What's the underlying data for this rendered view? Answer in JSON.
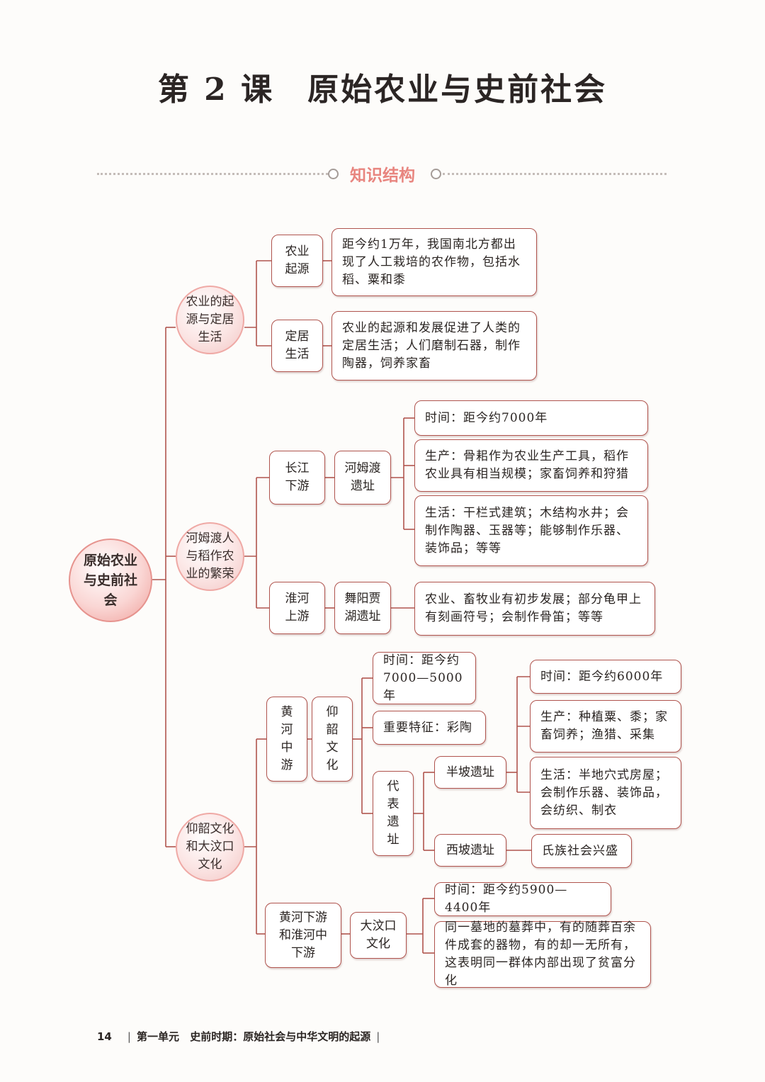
{
  "page_title": "第 2 课　原始农业与史前社会",
  "section_heading": "知识结构",
  "root": "原始农业与史前社会",
  "branches": {
    "b1": {
      "label": "农业的起源与定居生活",
      "origin": {
        "label": "农业起源",
        "text": "距今约1万年，我国南北方都出现了人工栽培的农作物，包括水稻、粟和黍"
      },
      "settle": {
        "label": "定居生活",
        "text": "农业的起源和发展促进了人类的定居生活；人们磨制石器，制作陶器，饲养家畜"
      }
    },
    "b2": {
      "label": "河姆渡人与稻作农业的繁荣",
      "yangtze": {
        "region": "长江下游",
        "site": "河姆渡遗址",
        "time": "时间：距今约7000年",
        "production": "生产：骨耜作为农业生产工具，稻作农业具有相当规模；家畜饲养和狩猎",
        "life": "生活：干栏式建筑；木结构水井；会制作陶器、玉器等；能够制作乐器、装饰品；等等"
      },
      "huai": {
        "region": "淮河上游",
        "site": "舞阳贾湖遗址",
        "text": "农业、畜牧业有初步发展；部分龟甲上有刻画符号；会制作骨笛；等等"
      }
    },
    "b3": {
      "label": "仰韶文化和大汶口文化",
      "middle": {
        "region": "黄河中游",
        "culture": "仰韶文化",
        "time": "时间：距今约7000—5000年",
        "feature": "重要特征：彩陶",
        "rep": "代表遗址",
        "banpo": {
          "label": "半坡遗址",
          "time": "时间：距今约6000年",
          "production": "生产：种植粟、黍；家畜饲养；渔猎、采集",
          "life": "生活：半地穴式房屋；会制作乐器、装饰品，会纺织、制衣"
        },
        "xipo": {
          "label": "西坡遗址",
          "text": "氏族社会兴盛"
        }
      },
      "lower": {
        "region": "黄河下游和淮河中下游",
        "culture": "大汶口文化",
        "time": "时间：距今约5900—4400年",
        "text": "同一墓地的墓葬中，有的随葬百余件成套的器物，有的却一无所有，这表明同一群体内部出现了贫富分化"
      }
    }
  },
  "footer": {
    "page_number": "14",
    "unit": "第一单元",
    "subtitle": "史前时期：原始社会与中华文明的起源"
  },
  "colors": {
    "accent": "#e8857f",
    "border": "#b0544e",
    "line": "#b0544e",
    "circle_fill": "#fbe4e3"
  }
}
